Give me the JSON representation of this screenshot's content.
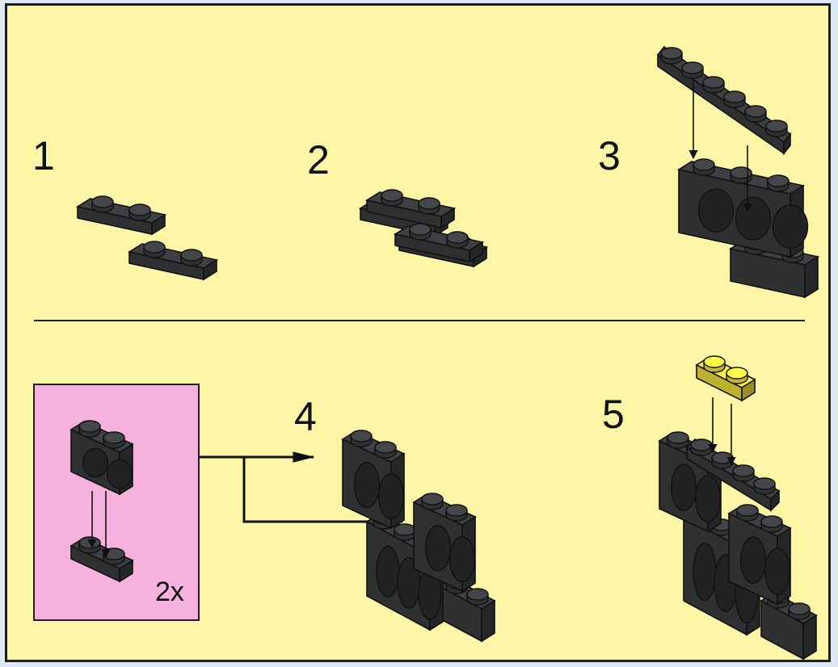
{
  "steps": [
    {
      "label": "1"
    },
    {
      "label": "2"
    },
    {
      "label": "3"
    },
    {
      "label": "4"
    },
    {
      "label": "5"
    }
  ],
  "subassembly": {
    "multiplier": "2x"
  },
  "colors": {
    "panel_background": "#fcf6a6",
    "subassembly_background": "#f7b1dd",
    "brick_dark_gray": "#3b3d40",
    "brick_yellow": "#f3e33a",
    "outline": "#111111"
  }
}
